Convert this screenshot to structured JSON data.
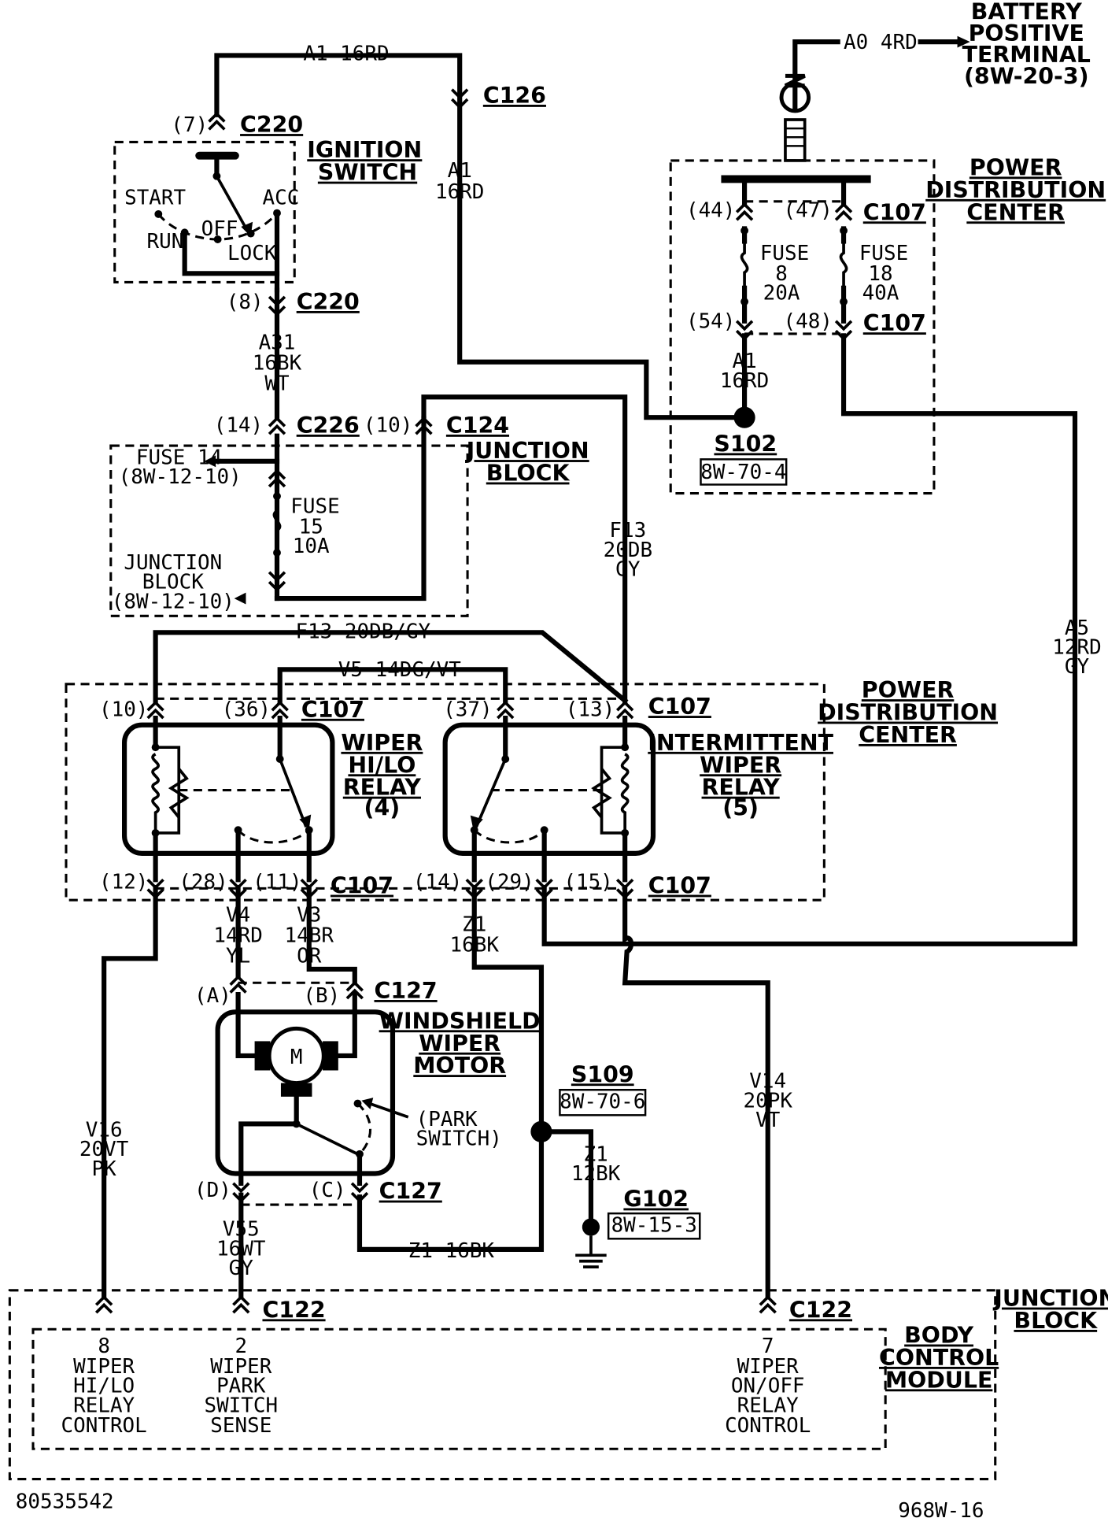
{
  "title_battery": [
    "BATTERY",
    "POSITIVE",
    "TERMINAL",
    "(8W-20-3)"
  ],
  "wires": {
    "a0": "A0  4RD",
    "a1_top": "A1  16RD",
    "a1_mid": [
      "A1",
      "16RD"
    ],
    "a1_pdc": [
      "A1",
      "16RD"
    ],
    "a31": [
      "A31",
      "16BK",
      "WT"
    ],
    "f13_v": [
      "F13",
      "20DB",
      "GY"
    ],
    "f13_h": "F13  20DB/GY",
    "v5": "V5  14DG/VT",
    "a5": [
      "A5",
      "12RD",
      "GY"
    ],
    "v4": [
      "V4",
      "14RD",
      "YL"
    ],
    "v3": [
      "V3",
      "14BR",
      "OR"
    ],
    "z1_a": [
      "Z1",
      "16BK"
    ],
    "z1_b": "Z1  16BK",
    "z1_c": [
      "Z1",
      "12BK"
    ],
    "v16": [
      "V16",
      "20VT",
      "PK"
    ],
    "v55": [
      "V55",
      "16WT",
      "GY"
    ],
    "v14": [
      "V14",
      "20PK",
      "VT"
    ]
  },
  "connectors": {
    "c220": "C220",
    "c126": "C126",
    "c107": "C107",
    "c226": "C226",
    "c124": "C124",
    "c127": "C127",
    "c122": "C122"
  },
  "pins": {
    "p7": "(7)",
    "p8": "(8)",
    "p14": "(14)",
    "p10": "(10)",
    "p44": "(44)",
    "p47": "(47)",
    "p54": "(54)",
    "p48": "(48)",
    "p36": "(36)",
    "p37": "(37)",
    "p13": "(13)",
    "p12": "(12)",
    "p28": "(28)",
    "p11": "(11)",
    "p29": "(29)",
    "p15": "(15)",
    "pA": "(A)",
    "pB": "(B)",
    "pC": "(C)",
    "pD": "(D)"
  },
  "components": {
    "ignition_switch": [
      "IGNITION",
      "SWITCH"
    ],
    "switch_positions": [
      "START",
      "ACC",
      "OFF",
      "RUN",
      "LOCK"
    ],
    "pdc": [
      "POWER",
      "DISTRIBUTION",
      "CENTER"
    ],
    "junction_block": [
      "JUNCTION",
      "BLOCK"
    ],
    "fuse8": [
      "FUSE",
      "8",
      "20A"
    ],
    "fuse18": [
      "FUSE",
      "18",
      "40A"
    ],
    "fuse15": [
      "FUSE",
      "15",
      "10A"
    ],
    "fuse14": [
      "FUSE 14",
      "(8W-12-10)"
    ],
    "jb_ref": [
      "JUNCTION",
      "BLOCK",
      "(8W-12-10)"
    ],
    "hilo_relay": [
      "WIPER",
      "HI/LO",
      "RELAY",
      "(4)"
    ],
    "int_relay": [
      "INTERMITTENT",
      "WIPER",
      "RELAY",
      "(5)"
    ],
    "wiper_motor": [
      "WINDSHIELD",
      "WIPER",
      "MOTOR"
    ],
    "motor_symbol": "M",
    "park_switch": [
      "(PARK",
      "SWITCH)"
    ],
    "bcm": [
      "BODY",
      "CONTROL",
      "MODULE"
    ],
    "jb_bottom": [
      "JUNCTION",
      "BLOCK"
    ]
  },
  "splices": {
    "s102": "S102",
    "s102_ref": "8W-70-4",
    "s109": "S109",
    "s109_ref": "8W-70-6",
    "g102": "G102",
    "g102_ref": "8W-15-3"
  },
  "bcm_pins": {
    "pin8": [
      "8",
      "WIPER",
      "HI/LO",
      "RELAY",
      "CONTROL"
    ],
    "pin2": [
      "2",
      "WIPER",
      "PARK",
      "SWITCH",
      "SENSE"
    ],
    "pin7": [
      "7",
      "WIPER",
      "ON/OFF",
      "RELAY",
      "CONTROL"
    ]
  },
  "footer": {
    "left": "80535542",
    "right": "968W-16"
  }
}
